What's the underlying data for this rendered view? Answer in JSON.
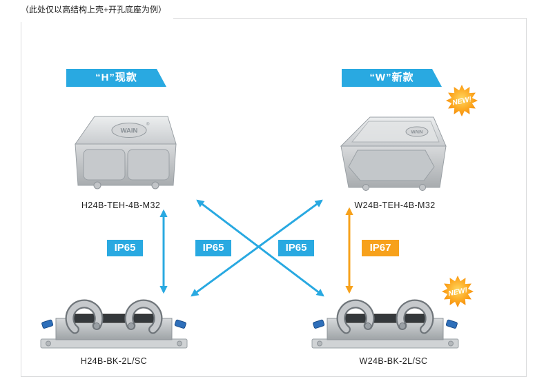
{
  "note": "（此处仅以高结构上壳+开孔底座为例）",
  "banners": {
    "h": "“H”现款",
    "w": "“W”新款"
  },
  "badge": "NEW!",
  "logo": "WAIN",
  "logo_reg": "®",
  "products": {
    "h_hood": "H24B-TEH-4B-M32",
    "w_hood": "W24B-TEH-4B-M32",
    "h_base": "H24B-BK-2L/SC",
    "w_base": "W24B-BK-2L/SC"
  },
  "compatibility": [
    {
      "from": "H24B-TEH-4B-M32",
      "to": "H24B-BK-2L/SC",
      "rating": "IP65"
    },
    {
      "from": "H24B-TEH-4B-M32",
      "to": "W24B-BK-2L/SC",
      "rating": "IP65"
    },
    {
      "from": "W24B-TEH-4B-M32",
      "to": "H24B-BK-2L/SC",
      "rating": "IP65"
    },
    {
      "from": "W24B-TEH-4B-M32",
      "to": "W24B-BK-2L/SC",
      "rating": "IP67"
    }
  ],
  "colors": {
    "blue": "#29A9E1",
    "orange": "#F7A11B"
  }
}
